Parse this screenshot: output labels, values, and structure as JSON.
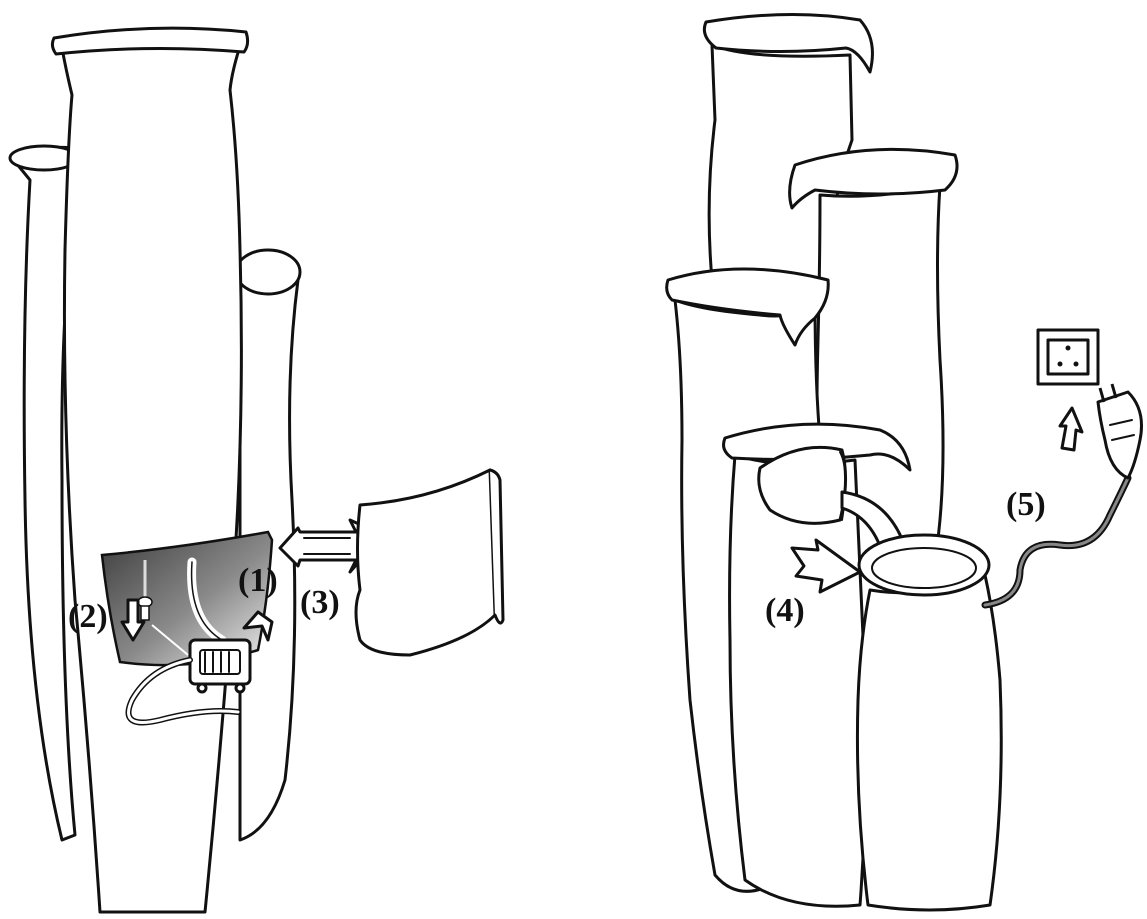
{
  "labels": {
    "step1": "(1)",
    "step2": "(2)",
    "step3": "(3)",
    "step4": "(4)",
    "step5": "(5)"
  },
  "colors": {
    "ink": "#111111",
    "paper": "#ffffff",
    "cavity_dark": "#4a4a4a",
    "cavity_light": "#e8e8e8"
  },
  "icons": [
    "power-outlet-icon",
    "power-plug-icon",
    "pump-icon",
    "arrow-icon"
  ]
}
